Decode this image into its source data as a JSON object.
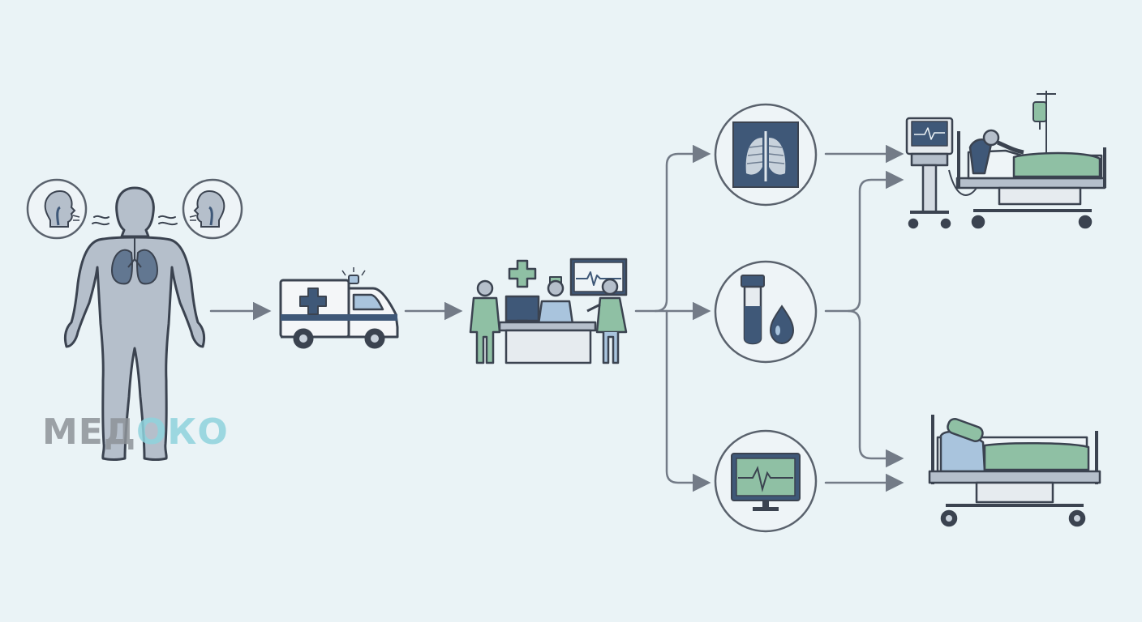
{
  "watermark": {
    "part1": "МЕД",
    "part2": "ОКО"
  },
  "colors": {
    "background": "#eaf3f6",
    "outline": "#3b4350",
    "body_fill": "#b5bfcb",
    "navy": "#3f5878",
    "green": "#8fc0a4",
    "blue": "#a9c4dd",
    "arrow": "#737b87",
    "watermark_gray": "#8e9399",
    "watermark_cyan": "#8fd3dd"
  },
  "stages": [
    {
      "name": "patient-with-respiratory-symptoms",
      "icons": [
        "face-profile-airway-icon",
        "lungs-icon"
      ]
    },
    {
      "name": "ambulance-transport",
      "icons": [
        "ambulance-icon"
      ]
    },
    {
      "name": "emergency-reception",
      "icons": [
        "medical-cross-icon",
        "monitor-icon",
        "doctor-icon",
        "nurse-icon"
      ]
    },
    {
      "name": "diagnostics",
      "icons": [
        "chest-xray-icon",
        "blood-test-tube-icon",
        "ecg-monitor-icon"
      ]
    },
    {
      "name": "outcomes",
      "icons": [
        "icu-ventilator-bed-icon",
        "ward-bed-icon"
      ]
    }
  ]
}
